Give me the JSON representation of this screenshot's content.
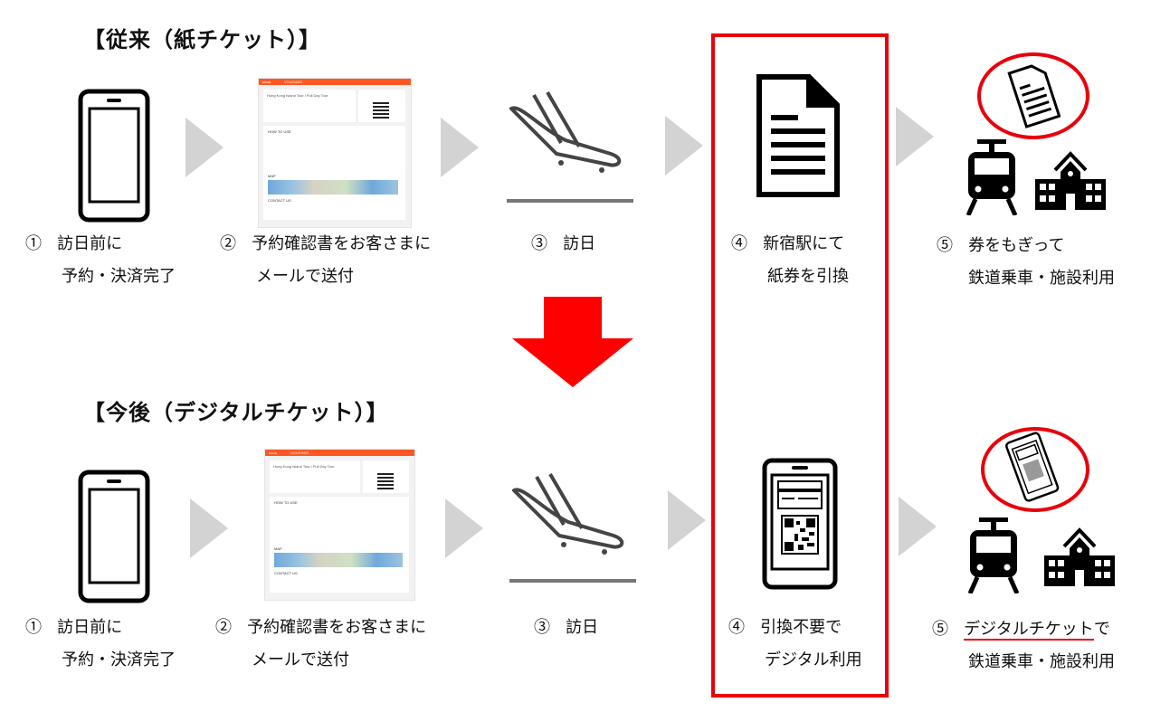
{
  "sections": {
    "before_title": "【従来（紙チケット）】",
    "after_title": "【今後（デジタルチケット）】"
  },
  "before_steps": [
    {
      "num": "①",
      "line1": "訪日前に",
      "line2": "予約・決済完了"
    },
    {
      "num": "②",
      "line1": "予約確認書をお客さまに",
      "line2": "メールで送付"
    },
    {
      "num": "③",
      "line1": "訪日",
      "line2": ""
    },
    {
      "num": "④",
      "line1": "新宿駅にて",
      "line2": "紙券を引換"
    },
    {
      "num": "⑤",
      "line1": "券をもぎって",
      "line2": "鉄道乗車・施設利用"
    }
  ],
  "after_steps": [
    {
      "num": "①",
      "line1": "訪日前に",
      "line2": "予約・決済完了"
    },
    {
      "num": "②",
      "line1": "予約確認書をお客さまに",
      "line2": "メールで送付"
    },
    {
      "num": "③",
      "line1": "訪日",
      "line2": ""
    },
    {
      "num": "④",
      "line1": "引換不要で",
      "line2": "デジタル利用"
    },
    {
      "num": "⑤",
      "line1_underlined": "デジタルチケット",
      "line1_rest": "で",
      "line2": "鉄道乗車・施設利用"
    }
  ],
  "voucher": {
    "brand": "klook",
    "header": "VOUCHER",
    "tour_title": "Hong Kong Island Tour / Full Day Tour",
    "how_to_use": "HOW TO USE",
    "map": "MAP",
    "contact": "CONTACT US"
  },
  "colors": {
    "highlight": "#e8000b",
    "arrow": "#d3d3d3",
    "voucher_accent": "#ff5722"
  }
}
